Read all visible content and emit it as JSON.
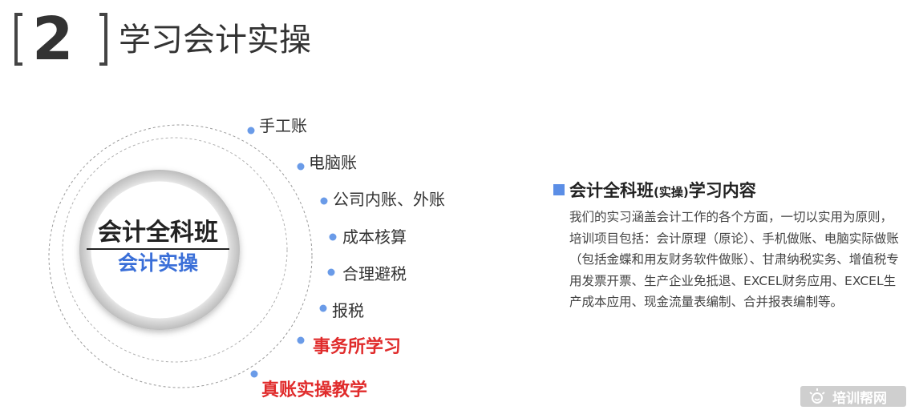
{
  "header": {
    "number": "2",
    "title": "学习会计实操"
  },
  "diagram": {
    "center_title": "会计全科班",
    "center_subtitle": "会计实操",
    "items": [
      {
        "label": "手工账",
        "highlight": false
      },
      {
        "label": "电脑账",
        "highlight": false
      },
      {
        "label": "公司内账、外账",
        "highlight": false
      },
      {
        "label": "成本核算",
        "highlight": false
      },
      {
        "label": "合理避税",
        "highlight": false
      },
      {
        "label": "报税",
        "highlight": false
      },
      {
        "label": "事务所学习",
        "highlight": true
      },
      {
        "label": "真账实操教学",
        "highlight": true
      }
    ]
  },
  "panel": {
    "title_main": "会计全科班",
    "title_small": "(实操)",
    "title_end": "学习内容",
    "body": "我们的实习涵盖会计工作的各个方面，一切以实用为原则，培训项目包括：会计原理（原论）、手机做账、电脑实际做账（包括金蝶和用友财务软件做账）、甘肃纳税实务、增值税专用发票开票、生产企业免抵退、EXCEL财务应用、EXCEL生产成本应用、现金流量表编制、合并报表编制等。"
  },
  "watermark": {
    "text": "培训帮网"
  },
  "colors": {
    "accent_blue": "#3a6fd8",
    "dot_blue": "#6a9be8",
    "highlight_red": "#e02b2b"
  }
}
